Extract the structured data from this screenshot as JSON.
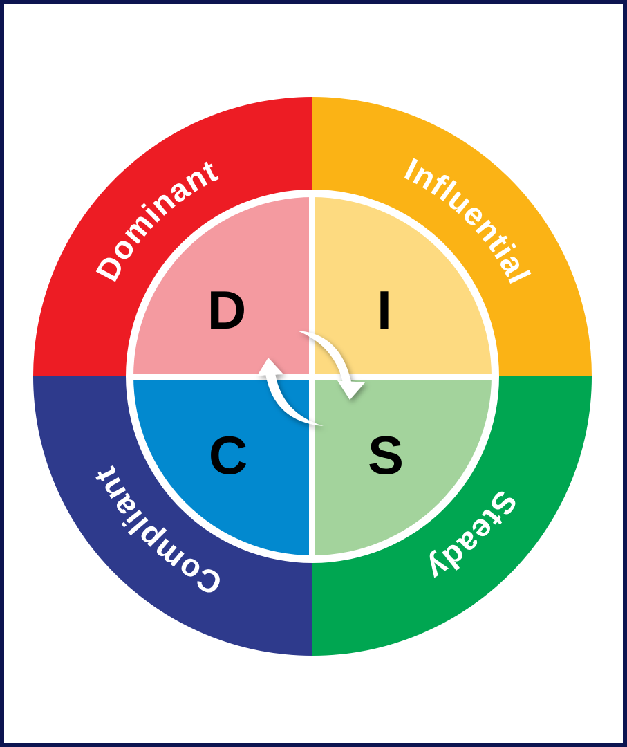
{
  "diagram": {
    "quadrants": [
      {
        "letter": "D",
        "label": "Dominant",
        "outer_color": "#ED1C24",
        "inner_color": "#F49AA0"
      },
      {
        "letter": "I",
        "label": "Influential",
        "outer_color": "#FBB315",
        "inner_color": "#FDDA80"
      },
      {
        "letter": "S",
        "label": "Steady",
        "outer_color": "#00A651",
        "inner_color": "#A3D39C"
      },
      {
        "letter": "C",
        "label": "Compliant",
        "outer_color": "#2E3A8C",
        "inner_color": "#0289CF"
      }
    ],
    "center_arrows": [
      "clockwise-arrow-down",
      "clockwise-arrow-up"
    ],
    "frame_color": "#0D1450"
  }
}
